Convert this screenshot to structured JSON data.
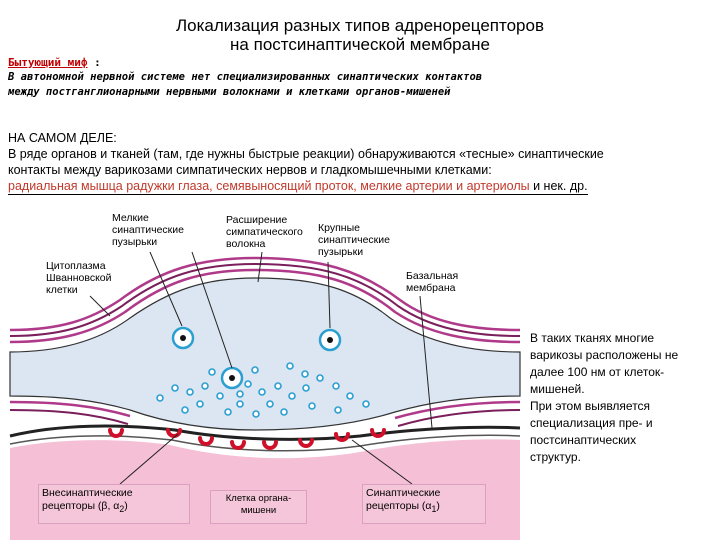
{
  "title": {
    "line1": "Локализация разных типов адренорецепторов",
    "line2": "на постсинаптической мембране"
  },
  "myth": {
    "label": "Бытующий миф",
    "label_suffix": " :",
    "line1": "В автономной нервной системе нет специализированных синаптических контактов",
    "line2": "между постганглионарными нервными волокнами и клетками органов-мишеней"
  },
  "fact": {
    "heading": "НА САМОМ ДЕЛЕ:",
    "line1": "В ряде органов и тканей (там, где нужны быстрые реакции) обнаруживаются «тесные» синаптические",
    "line2": "контакты между варикозами симпатических нервов и гладкомышечными клетками:",
    "line3_red": "радиальная мышца радужки глаза, семявыносящий проток, мелкие артерии и артериолы",
    "line3_rest": " и нек. др."
  },
  "labels": {
    "small_vesicles": [
      "Мелкие",
      "синаптические",
      "пузырьки"
    ],
    "varicosity": [
      "Расширение",
      "симпатического",
      "волокна"
    ],
    "large_vesicles": [
      "Крупные",
      "синаптические",
      "пузырьки"
    ],
    "schwann": [
      "Цитоплазма",
      "Шванновской",
      "клетки"
    ],
    "basal": [
      "Базальная",
      "мембрана"
    ],
    "target_cell": [
      "Клетка органа-",
      "мишени"
    ]
  },
  "boxes": {
    "extrasynaptic": [
      "Внесинаптические",
      "рецепторы (β, α",
      "2",
      ")"
    ],
    "synaptic": [
      "Синаптические",
      "рецепторы (α",
      "1",
      ")"
    ]
  },
  "side_note": [
    "В таких тканях многие",
    "варикозы расположены не",
    "далее 100 нм от клеток-",
    "мишеней.",
    "При этом выявляется",
    "специализация пре- и",
    "постсинаптических",
    "структур."
  ],
  "colors": {
    "title_red": "#c00000",
    "fact_red": "#c0392b",
    "fiber_pink": "#b03a8a",
    "vesicle_blue": "#2a9fd0",
    "receptor_red": "#d0102a",
    "target_pink": "#f5c0d5",
    "varicosity_fill": "#dce6f2"
  }
}
